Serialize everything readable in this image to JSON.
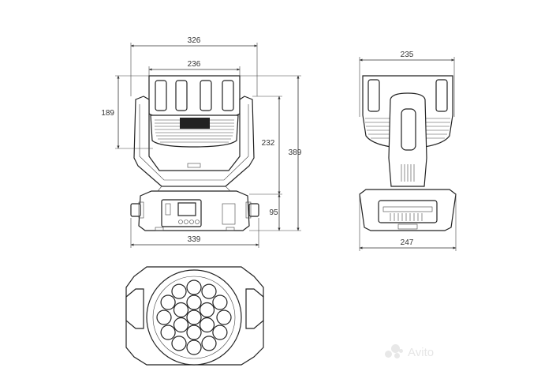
{
  "dimensions": {
    "front_outer_width": "326",
    "front_inner_width": "236",
    "front_head_height": "189",
    "front_yoke_height": "232",
    "total_height": "389",
    "base_height": "95",
    "base_width": "339",
    "side_width": "235",
    "side_base_width": "247"
  },
  "watermark": {
    "text": "Avito"
  },
  "colors": {
    "stroke": "#222222",
    "background": "#ffffff",
    "watermark": "#e6e6e6"
  }
}
